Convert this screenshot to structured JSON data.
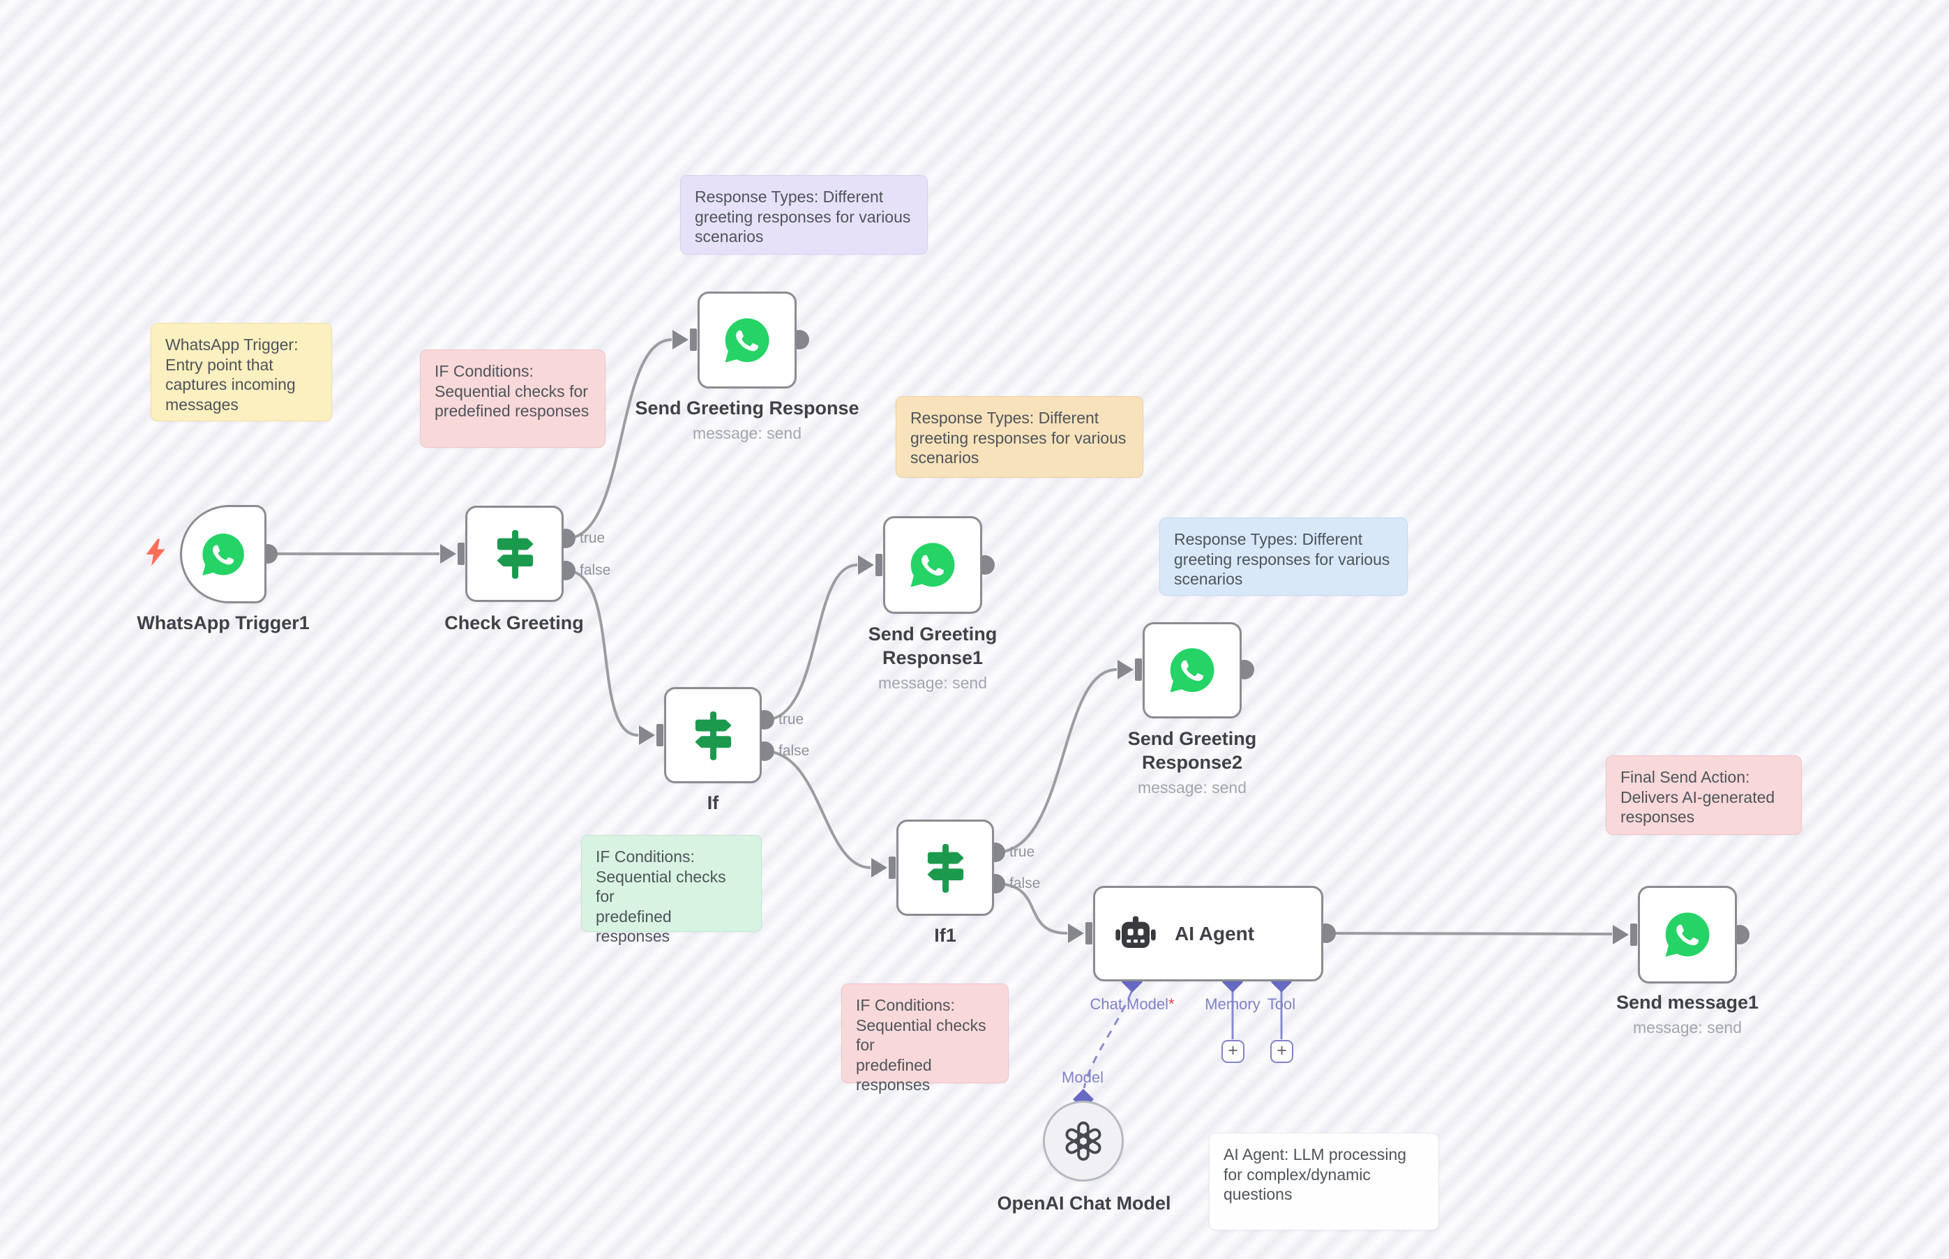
{
  "canvas": {
    "stripe_light": "#fbfbfe",
    "stripe_dark": "#ececf3"
  },
  "colors": {
    "whatsapp_green": "#25D366",
    "if_signpost_green": "#1b9a4e",
    "robot_dark": "#393a40",
    "openai_dark": "#474951",
    "node_border_gray": "#8a8c91",
    "port_gray": "#85878d",
    "connection_gray": "#9b9da1",
    "agent_port_indigo": "#676ac2",
    "agent_label_indigo": "#7f81c7",
    "trigger_bolt_red": "#ff6e59",
    "required_asterisk_red": "#e0434b"
  },
  "nodes": {
    "whatsapp_trigger1": {
      "label": "WhatsApp Trigger1",
      "icon": "whatsapp-icon"
    },
    "check_greeting": {
      "label": "Check Greeting",
      "icon": "if-signpost-icon",
      "outputs": {
        "true_label": "true",
        "false_label": "false"
      }
    },
    "send_greeting_response": {
      "label": "Send Greeting Response",
      "sublabel": "message: send",
      "icon": "whatsapp-icon"
    },
    "if": {
      "label": "If",
      "icon": "if-signpost-icon",
      "outputs": {
        "true_label": "true",
        "false_label": "false"
      }
    },
    "send_greeting_response1": {
      "label": "Send Greeting\nResponse1",
      "sublabel": "message: send",
      "icon": "whatsapp-icon"
    },
    "send_greeting_response2": {
      "label": "Send Greeting\nResponse2",
      "sublabel": "message: send",
      "icon": "whatsapp-icon"
    },
    "if1": {
      "label": "If1",
      "icon": "if-signpost-icon",
      "outputs": {
        "true_label": "true",
        "false_label": "false"
      }
    },
    "ai_agent": {
      "label": "AI Agent",
      "icon": "robot-icon",
      "add_button": "+",
      "ports": {
        "chat_model": "Chat Model",
        "chat_model_required": "*",
        "memory": "Memory",
        "tool": "Tool"
      }
    },
    "send_message1": {
      "label": "Send message1",
      "sublabel": "message: send",
      "icon": "whatsapp-icon"
    },
    "openai_chat_model": {
      "label": "OpenAI Chat Model",
      "input_label": "Model",
      "icon": "openai-icon"
    }
  },
  "sticky_notes": {
    "response_types_purple": {
      "text": "Response Types: Different\ngreeting responses for various\nscenarios",
      "bg": "#e6e1f8",
      "border": "#d7d0f0"
    },
    "whatsapp_trigger_note": {
      "text": "WhatsApp Trigger:\nEntry point that\ncaptures incoming\nmessages",
      "bg": "#fcefc0",
      "border": "#f0e1a3"
    },
    "if_conditions_pink1": {
      "text": "IF Conditions:\nSequential checks for\npredefined responses",
      "bg": "#f9d8da",
      "border": "#f0c5c8"
    },
    "response_types_orange": {
      "text": "Response Types: Different\ngreeting responses for various\nscenarios",
      "bg": "#f8e2bb",
      "border": "#edd29e"
    },
    "response_types_blue": {
      "text": "Response Types: Different\ngreeting responses for various\nscenarios",
      "bg": "#d8e8f8",
      "border": "#c3daf0"
    },
    "if_conditions_green": {
      "text": "IF Conditions:\nSequential checks for\npredefined responses",
      "bg": "#d8f3e2",
      "border": "#c0e9d1"
    },
    "if_conditions_pink2": {
      "text": "IF Conditions:\nSequential checks for\npredefined responses",
      "bg": "#f9d8da",
      "border": "#f0c5c8"
    },
    "final_send_action": {
      "text": "Final Send Action:\nDelivers AI-generated\nresponses",
      "bg": "#f9d8da",
      "border": "#f0c5c8"
    },
    "ai_agent_note": {
      "text": "AI Agent: LLM processing\nfor complex/dynamic\nquestions",
      "bg": "#fefefe",
      "border": "#e8e8ee"
    }
  },
  "connections": [
    {
      "from": "WhatsApp Trigger1",
      "to": "Check Greeting"
    },
    {
      "from": "Check Greeting",
      "branch": "true",
      "to": "Send Greeting Response"
    },
    {
      "from": "Check Greeting",
      "branch": "false",
      "to": "If"
    },
    {
      "from": "If",
      "branch": "true",
      "to": "Send Greeting Response1"
    },
    {
      "from": "If",
      "branch": "false",
      "to": "If1"
    },
    {
      "from": "If1",
      "branch": "true",
      "to": "Send Greeting Response2"
    },
    {
      "from": "If1",
      "branch": "false",
      "to": "AI Agent"
    },
    {
      "from": "AI Agent",
      "to": "Send message1"
    },
    {
      "from": "OpenAI Chat Model",
      "branch": "Model",
      "to": "AI Agent Chat Model port"
    }
  ]
}
